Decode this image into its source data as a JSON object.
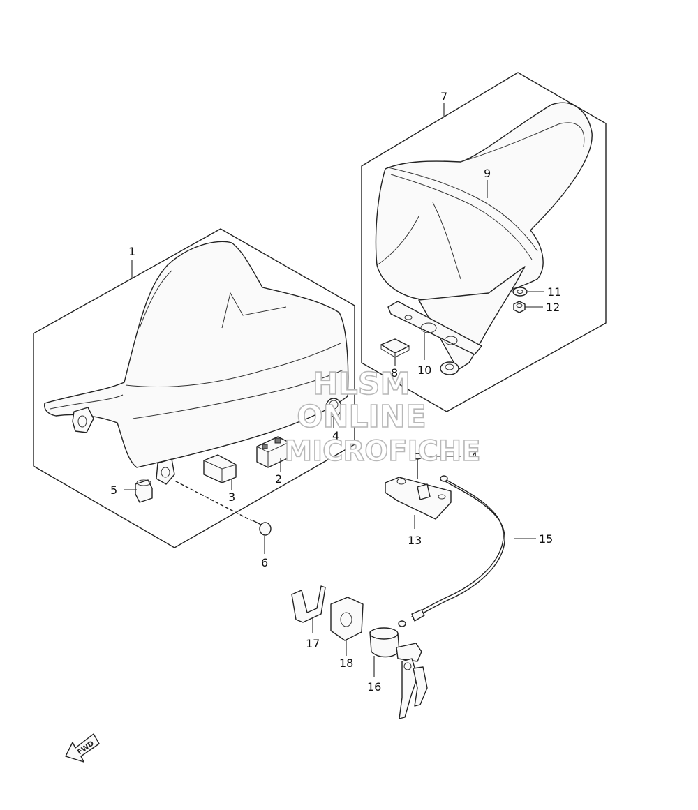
{
  "watermark": {
    "line1": "HLSM",
    "line2": "ONLINE",
    "line3": "MICROFICHE"
  },
  "fwd_arrow": {
    "label": "FWD"
  },
  "callouts": {
    "p1": "1",
    "p2": "2",
    "p3": "3",
    "p4": "4",
    "p5": "5",
    "p6": "6",
    "p7": "7",
    "p8": "8",
    "p9": "9",
    "p10": "10",
    "p11": "11",
    "p12": "12",
    "p13": "13",
    "p14": "14",
    "p15": "15",
    "p16": "16",
    "p17": "17",
    "p18": "18"
  },
  "icons": {
    "front_seat": "front-seat-icon",
    "rear_seat": "rear-seat-cover-icon",
    "fwd": "fwd-arrow-icon",
    "lock": "seat-lock-key-icon",
    "cable": "lock-cable-icon"
  }
}
